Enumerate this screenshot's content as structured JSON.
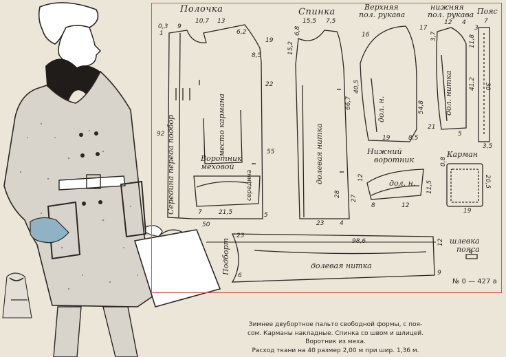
{
  "pieces": {
    "front": {
      "name": "Полочка",
      "grain": "Середина переда подбор",
      "pocket": "место кармана",
      "dims": {
        "d03": "0,3",
        "d9": "9",
        "d107": "10,7",
        "d13": "13",
        "d1": "1",
        "d62": "6,2",
        "d19": "19",
        "d85": "8,5",
        "d22": "22",
        "d92": "92",
        "d55": "55",
        "d5": "5",
        "d50": "50"
      }
    },
    "back": {
      "name": "Спинка",
      "grain": "долевая нитка",
      "dims": {
        "d155": "15,5",
        "d75": "7,5",
        "d152": "15,2",
        "d68": "6,8",
        "d667": "66,7",
        "d28": "28",
        "d27": "27",
        "d23": "23",
        "d4": "4"
      }
    },
    "upper_sleeve": {
      "name_line1": "Верхняя",
      "name_line2": "пол. рукава",
      "grain": "дол. н.",
      "dims": {
        "d16": "16",
        "d17": "17",
        "d405": "40,5",
        "d548": "54,8",
        "d19b": "19",
        "d85b": "8,5"
      }
    },
    "lower_sleeve": {
      "name_line1": "нижняя",
      "name_line2": "пол. рукава",
      "grain": "дол. нитка",
      "dims": {
        "d12": "12",
        "d4b": "4",
        "d37": "3,7",
        "d118": "11,8",
        "d412": "41,2",
        "d21": "21",
        "d5b": "5"
      }
    },
    "belt": {
      "name": "Пояс",
      "dims": {
        "d7": "7",
        "d3": "3",
        "d30": "30",
        "d35": "3,5"
      }
    },
    "fur_collar": {
      "name_line1": "Воротник",
      "name_line2": "меховой",
      "stand": "середина",
      "dims": {
        "d7c": "7",
        "d215": "21,5"
      }
    },
    "under_collar": {
      "name_line1": "Нижний",
      "name_line2": "воротник",
      "grain": "дол. н.",
      "dims": {
        "d12c": "12",
        "d8": "8",
        "d12d": "12",
        "d115": "11,5"
      }
    },
    "pocket": {
      "name": "Карман",
      "dims": {
        "d205": "20,5",
        "d19p": "19",
        "d08": "0,8"
      }
    },
    "facing": {
      "name": "Подборт",
      "grain": "долевая нитка",
      "dims": {
        "d986": "98,6",
        "d12f": "12",
        "d23f": "23",
        "d6": "6",
        "d9f": "9"
      }
    },
    "belt_loop": {
      "name_line1": "шлевка",
      "name_line2": "пояса",
      "dims": {
        "d4l": "4"
      }
    }
  },
  "catalog_number": "№ 0 — 427 а",
  "description": [
    "Зимнее двубортное пальто свободной формы, с поя-",
    "сом. Карманы накладные. Спинка со швом и шлицей.",
    "Воротник из меха.",
    "Расход ткани на 40 размер 2,00 м при шир. 1,36 м."
  ],
  "colors": {
    "paper": "#ece6d8",
    "ink": "#2a2623",
    "frame": "#c85b52"
  }
}
